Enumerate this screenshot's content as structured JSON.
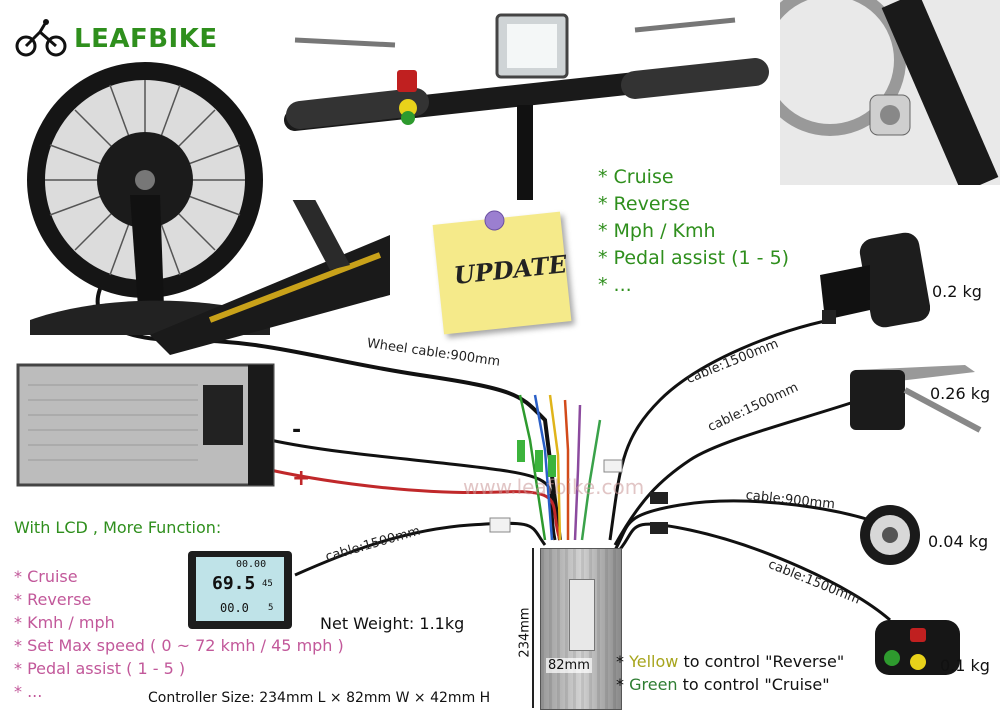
{
  "brand": {
    "name": "LEAFBIKE"
  },
  "note": {
    "text": "UPDATE"
  },
  "display_features": [
    "* Cruise",
    "* Reverse",
    "* Mph / Kmh",
    "* Pedal assist (1 - 5)",
    "* ..."
  ],
  "lcd_section": {
    "heading": "With LCD , More Function:",
    "items": [
      "* Cruise",
      "* Reverse",
      "* Kmh / mph",
      "* Set Max speed ( 0 ~ 72 kmh / 45 mph )",
      "* Pedal assist ( 1 - 5 )",
      "* ..."
    ]
  },
  "lcd_screen": {
    "speed": "69.5",
    "odo": "00.00",
    "trip": "00.0",
    "small_a": "45",
    "small_b": "5"
  },
  "cables": {
    "wheel": "Wheel cable:900mm",
    "throttle": "cable:1500mm",
    "brake": "cable:1500mm",
    "pas": "cable:900mm",
    "switch": "cable:1500mm",
    "lcd": "cable:1500mm"
  },
  "weights": {
    "throttle": "0.2 kg",
    "brake": "0.26 kg",
    "pas": "0.04 kg",
    "switch": "0.1 kg"
  },
  "battery": {
    "minus": "-",
    "plus": "+"
  },
  "watermark": "www.leafbike.com",
  "controller": {
    "net_weight": "Net Weight: 1.1kg",
    "height": "234mm",
    "width": "82mm",
    "size": "Controller Size: 234mm L × 82mm W × 42mm H"
  },
  "switch_notes": {
    "yellow": {
      "prefix": "* ",
      "color_word": "Yellow",
      "rest": " to control \"Reverse\""
    },
    "green": {
      "prefix": "* ",
      "color_word": "Green",
      "rest": " to control \"Cruise\""
    }
  },
  "colors": {
    "brand_green": "#2f8f1d",
    "lcd_pink": "#c2589a",
    "yellow_text": "#a7a51d",
    "green_text": "#2e7d32"
  }
}
